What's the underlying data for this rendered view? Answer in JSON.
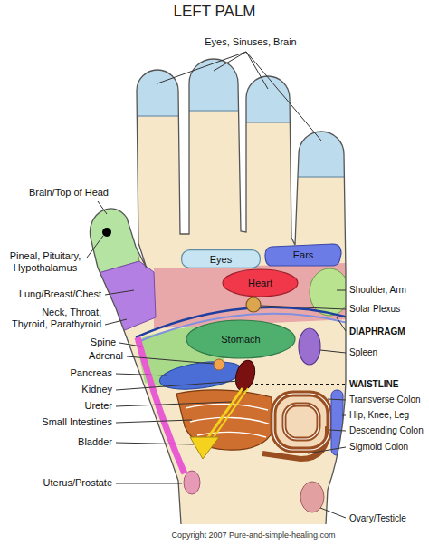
{
  "diagram": {
    "title": "LEFT PALM",
    "nodes": [
      {
        "text": [
          "Eyes"
        ]
      },
      {
        "text": [
          "Ears"
        ]
      },
      {
        "text": [
          "Heart"
        ]
      },
      {
        "text": [
          "Stomach"
        ]
      }
    ],
    "labels": [
      "Eyes, Sinuses, Brain",
      "Brain/Top of Head",
      "Pineal, Pituitary, Hypothalamus",
      "Lung/Breast/Chest",
      "Neck, Throat, Thyroid, Parathyroid",
      "Spine",
      "Adrenal",
      "Pancreas",
      "Kidney",
      "Ureter",
      "Small Intestines",
      "Bladder",
      "Uterus/Prostate",
      "Shoulder, Arm",
      "Solar Plexus",
      "DIAPHRAGM",
      "Spleen",
      "WAISTLINE",
      "Transverse Colon",
      "Hip, Knee, Leg",
      "Descending Colon",
      "Sigmoid Colon",
      "Ovary/Testicle",
      "Copyright 2007 Pure-and-simple-healing.com"
    ]
  }
}
